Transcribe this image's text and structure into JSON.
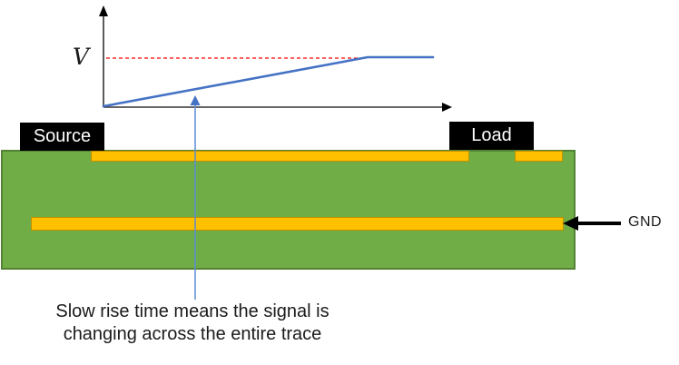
{
  "graph": {
    "y_axis_label": "V",
    "description": "voltage ramp rising linearly to level V then flat",
    "signal_color": "#4472C4",
    "threshold_line_color": "#FF0000",
    "axis_color": "#333333"
  },
  "board": {
    "source_label": "Source",
    "load_label": "Load",
    "gnd_label": "GND",
    "board_color": "#70AD47",
    "board_border_color": "#548235",
    "copper_color": "#FFC000",
    "copper_border_color": "#BF9000",
    "component_color": "#000000"
  },
  "caption": {
    "line1": "Slow rise time means the signal is",
    "line2": "changing across the entire trace"
  }
}
